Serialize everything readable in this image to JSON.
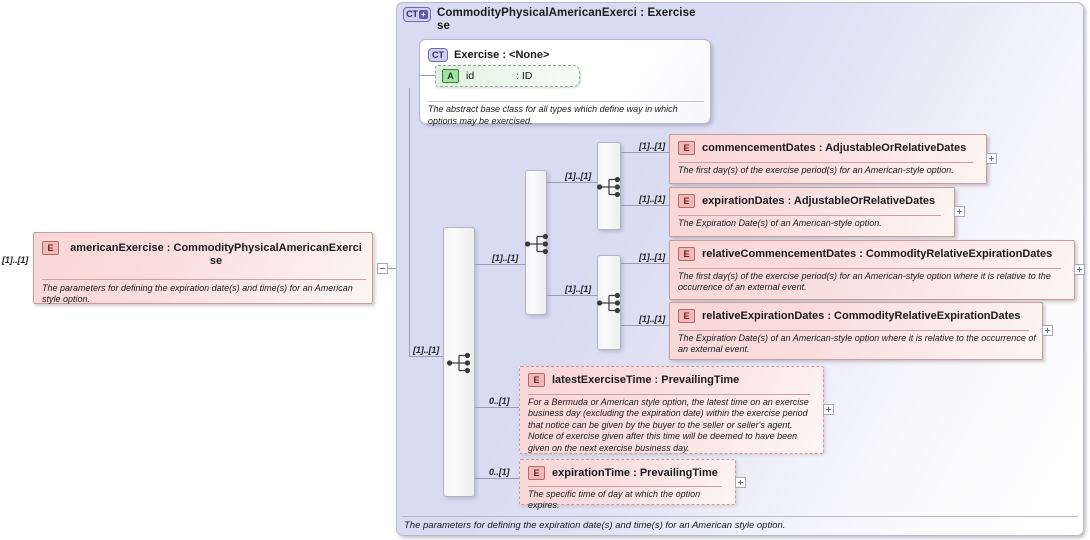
{
  "diagram": {
    "kind": "xsd-schema-diagram",
    "root_element": {
      "icon": "element-icon",
      "name": "americanExercise",
      "separator": " : ",
      "type": "CommodityPhysicalAmericanExercise",
      "label": "americanExercise : CommodityPhysicalAmericanExerci se",
      "documentation": "The parameters for defining the expiration date(s) and time(s) for an American style option.",
      "cardinality": "[1]..[1]",
      "expander": "minus"
    },
    "complex_type_panel": {
      "badge": "CT",
      "badge_expander": "+",
      "title": "CommodityPhysicalAmericanExerci : Exercise",
      "title_line2": "se",
      "footer": "The parameters for defining the expiration date(s) and time(s) for an American style option."
    },
    "base_type_box": {
      "badge": "CT",
      "title": "Exercise : <None>",
      "documentation": "The abstract base class for all types which define way in which options may be exercised.",
      "attribute": {
        "badge": "A",
        "name": "id",
        "type": ": ID"
      }
    },
    "connectors": [
      {
        "id": "choice-root",
        "icon": "choice-connector-icon",
        "incoming_cardinality": "[1]..[1]"
      },
      {
        "id": "choice-dates",
        "icon": "choice-connector-icon",
        "incoming_cardinality": "[1]..[1]"
      },
      {
        "id": "choice-absolute",
        "icon": "choice-connector-icon",
        "incoming_cardinality": "[1]..[1]"
      },
      {
        "id": "choice-relative",
        "icon": "choice-connector-icon",
        "incoming_cardinality": "[1]..[1]"
      }
    ],
    "elements": [
      {
        "badge": "E",
        "name": "commencementDates",
        "type": "AdjustableOrRelativeDates",
        "title": "commencementDates : AdjustableOrRelativeDates",
        "documentation": "The first day(s) of the exercise period(s) for an American-style option.",
        "cardinality": "[1]..[1]",
        "expander": "plus",
        "border": "solid"
      },
      {
        "badge": "E",
        "name": "expirationDates",
        "type": "AdjustableOrRelativeDates",
        "title": "expirationDates : AdjustableOrRelativeDates",
        "documentation": "The Expiration Date(s) of an American-style option.",
        "cardinality": "[1]..[1]",
        "expander": "plus",
        "border": "solid"
      },
      {
        "badge": "E",
        "name": "relativeCommencementDates",
        "type": "CommodityRelativeExpirationDates",
        "title": "relativeCommencementDates : CommodityRelativeExpirationDates",
        "documentation": "The first day(s) of the exercise period(s) for an American-style option where it is relative to the occurrence of an external event.",
        "cardinality": "[1]..[1]",
        "expander": "plus",
        "border": "solid"
      },
      {
        "badge": "E",
        "name": "relativeExpirationDates",
        "type": "CommodityRelativeExpirationDates",
        "title": "relativeExpirationDates : CommodityRelativeExpirationDates",
        "documentation": "The Expiration Date(s) of an American-style option where it is relative to the occurrence of an external event.",
        "cardinality": "[1]..[1]",
        "expander": "plus",
        "border": "solid"
      },
      {
        "badge": "E",
        "name": "latestExerciseTime",
        "type": "PrevailingTime",
        "title": "latestExerciseTime : PrevailingTime",
        "documentation": "For a Bermuda or American style option, the latest time on an exercise business day (excluding the expiration date) within the exercise period that notice can be given by the buyer to the seller or seller's agent. Notice of exercise given after this time will be deemed to have been given on the next exercise business day.",
        "cardinality": "0..[1]",
        "expander": "plus",
        "border": "dashed"
      },
      {
        "badge": "E",
        "name": "expirationTime",
        "type": "PrevailingTime",
        "title": "expirationTime : PrevailingTime",
        "documentation": "The specific time of day at which the option expires.",
        "cardinality": "0..[1]",
        "expander": "plus",
        "border": "dashed"
      }
    ]
  }
}
